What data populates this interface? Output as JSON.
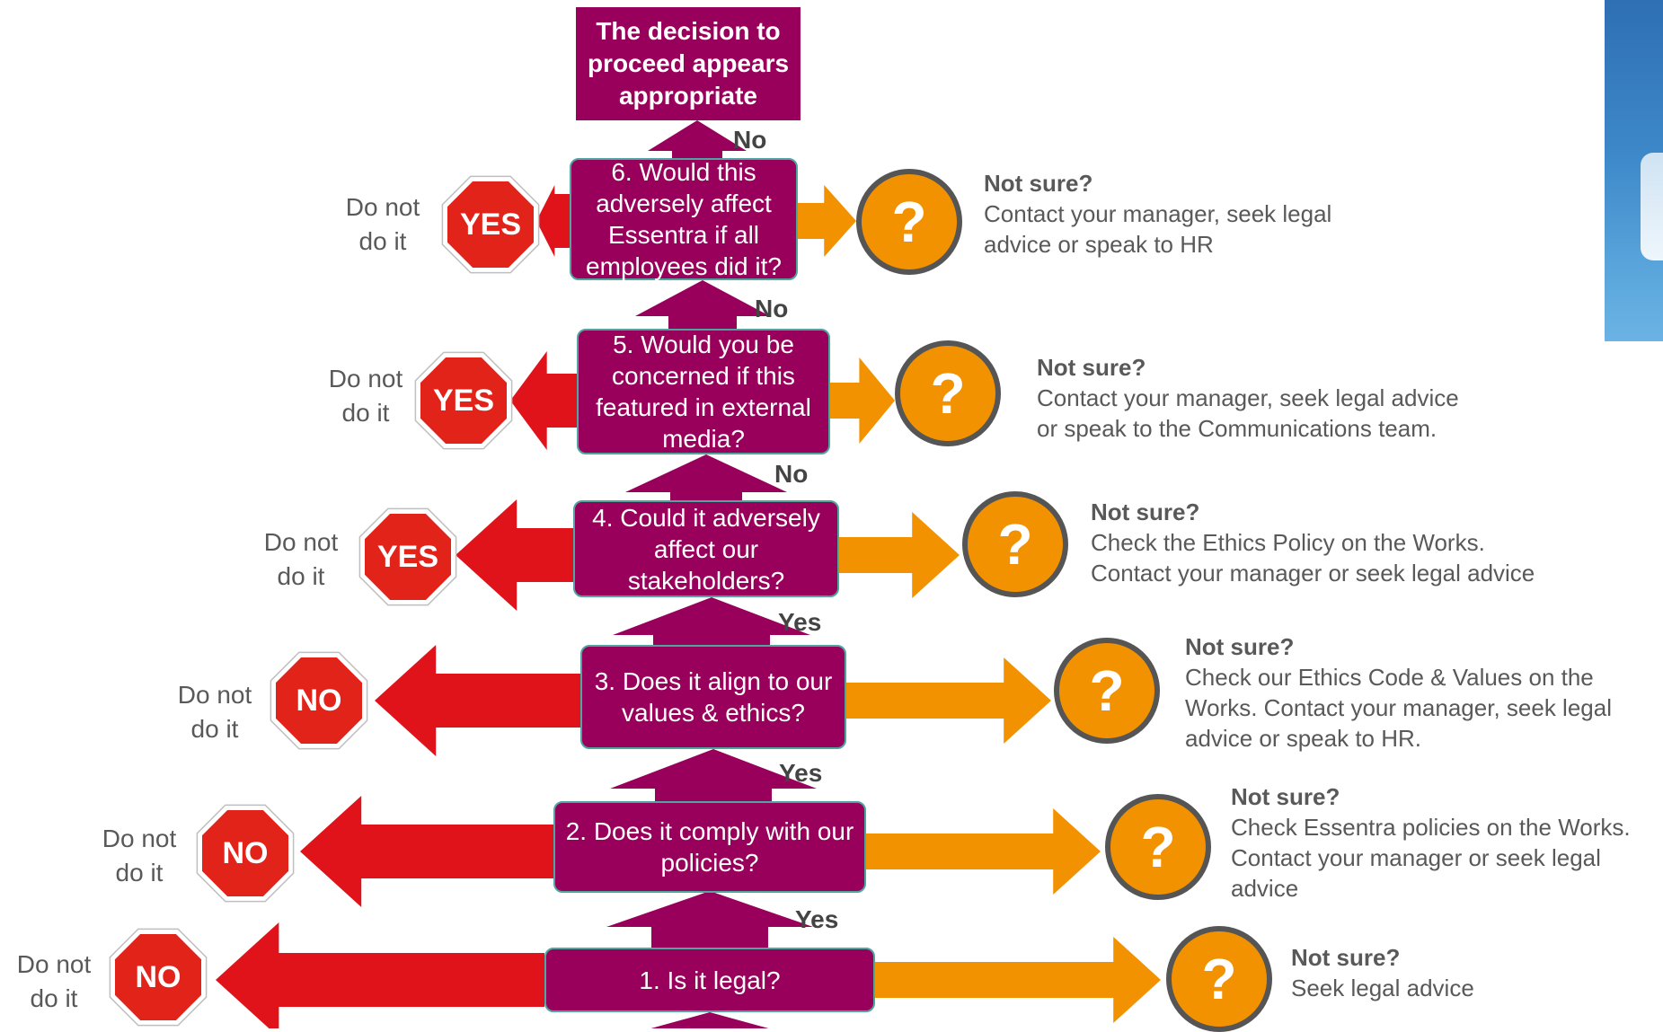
{
  "colors": {
    "box": "#99005c",
    "box_border": "#4fa5a0",
    "red_arrow": "#e0131b",
    "orange_arrow": "#f39200",
    "stop_sign": "#e2231a",
    "circle_border": "#555555"
  },
  "top": {
    "text": "The decision to\nproceed appears\nappropriate"
  },
  "steps": [
    {
      "question": "1. Is it legal?",
      "answer_sign": "NO",
      "do_not": "Do not\ndo it",
      "next_label": "Yes",
      "unsure_title": "Not sure?",
      "unsure_text": "Seek legal advice",
      "icon": "question-mark-icon"
    },
    {
      "question": "2. Does it comply with our policies?",
      "answer_sign": "NO",
      "do_not": "Do not\ndo it",
      "next_label": "Yes",
      "unsure_title": "Not sure?",
      "unsure_text": "Check Essentra policies on the Works.\nContact your manager or seek legal\nadvice",
      "icon": "question-mark-icon"
    },
    {
      "question": "3. Does it align to our  values & ethics?",
      "answer_sign": "NO",
      "do_not": "Do not\ndo it",
      "next_label": "Yes",
      "unsure_title": "Not sure?",
      "unsure_text": "Check our Ethics Code & Values on the\nWorks.  Contact your manager, seek legal\nadvice or speak to HR.",
      "icon": "question-mark-icon"
    },
    {
      "question": "4. Could it adversely affect our stakeholders?",
      "answer_sign": "YES",
      "do_not": "Do not\ndo it",
      "next_label": "No",
      "unsure_title": "Not sure?",
      "unsure_text": "Check the Ethics Policy on the Works.\nContact your manager or seek legal advice",
      "icon": "question-mark-icon"
    },
    {
      "question": "5. Would you be concerned if this featured in external media?",
      "answer_sign": "YES",
      "do_not": "Do not\ndo it",
      "next_label": "No",
      "unsure_title": "Not sure?",
      "unsure_text": "Contact your manager, seek legal advice\nor speak to the Communications team.",
      "icon": "question-mark-icon"
    },
    {
      "question": "6. Would this adversely affect Essentra if all employees did it?",
      "answer_sign": "YES",
      "do_not": "Do not\ndo it",
      "next_label": "No",
      "unsure_title": "Not sure?",
      "unsure_text": "Contact your manager, seek legal\nadvice or speak to HR",
      "icon": "question-mark-icon"
    }
  ]
}
